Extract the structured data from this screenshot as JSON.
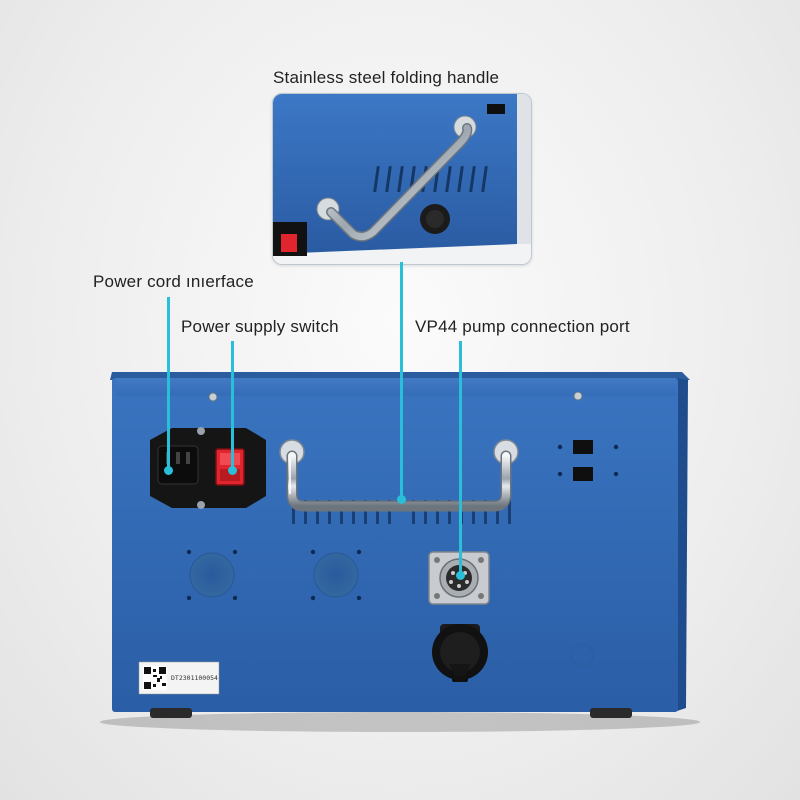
{
  "labels": {
    "handle": "Stainless steel folding handle",
    "power_cord": "Power cord ınıerface",
    "power_switch": "Power supply switch",
    "pump_port": "VP44 pump connection port"
  },
  "serial_number": "DT2301100054",
  "colors": {
    "box_blue": "#2f66b1",
    "callout_cyan": "#29bfd8",
    "switch_red": "#e0252e"
  }
}
